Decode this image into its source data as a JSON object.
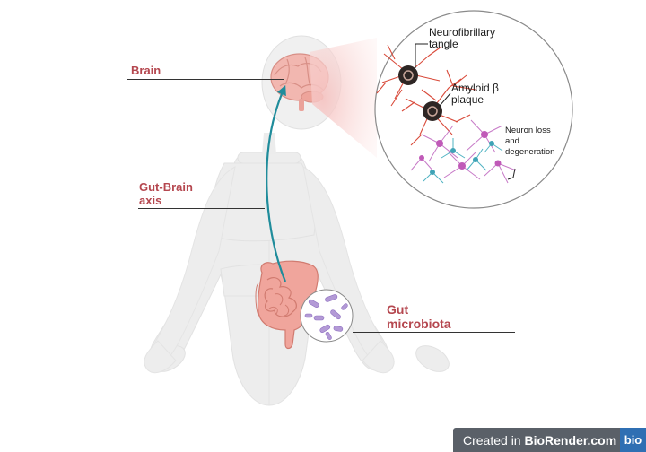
{
  "labels": {
    "brain": "Brain",
    "gut_brain_axis_line1": "Gut-Brain",
    "gut_brain_axis_line2": "axis",
    "gut_microbiota_line1": "Gut",
    "gut_microbiota_line2": "microbiota"
  },
  "zoom_callouts": {
    "tangle_line1": "Neurofibrillary",
    "tangle_line2": "tangle",
    "plaque_line1": "Amyloid β",
    "plaque_line2": "plaque",
    "neuron_line1": "Neuron loss",
    "neuron_line2": "and",
    "neuron_line3": "degeneration"
  },
  "badge": {
    "prefix": "Created in ",
    "brand": "BioRender.com",
    "logo": "bio"
  },
  "colors": {
    "label_red": "#b5474f",
    "arrow_teal": "#1f8c9b",
    "body_gray": "#ededed",
    "brain_pink": "#f2b7b0",
    "neuron_red": "#d94a3a",
    "microbe_purple": "#b39ad6"
  }
}
